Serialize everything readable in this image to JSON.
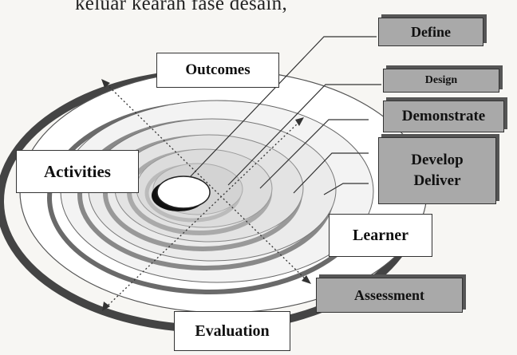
{
  "caption": "keluar kearah fase desain,",
  "labels": {
    "outcomes": "Outcomes",
    "activities": "Activities",
    "evaluation": "Evaluation",
    "learner": "Learner",
    "define": "Define",
    "design": "Design",
    "demonstrate": "Demonstrate",
    "develop": "Develop",
    "deliver": "Deliver",
    "assessment": "Assessment"
  },
  "colors": {
    "grey_box": "#a9a9a9",
    "white_box": "#ffffff",
    "ink": "#222222"
  }
}
